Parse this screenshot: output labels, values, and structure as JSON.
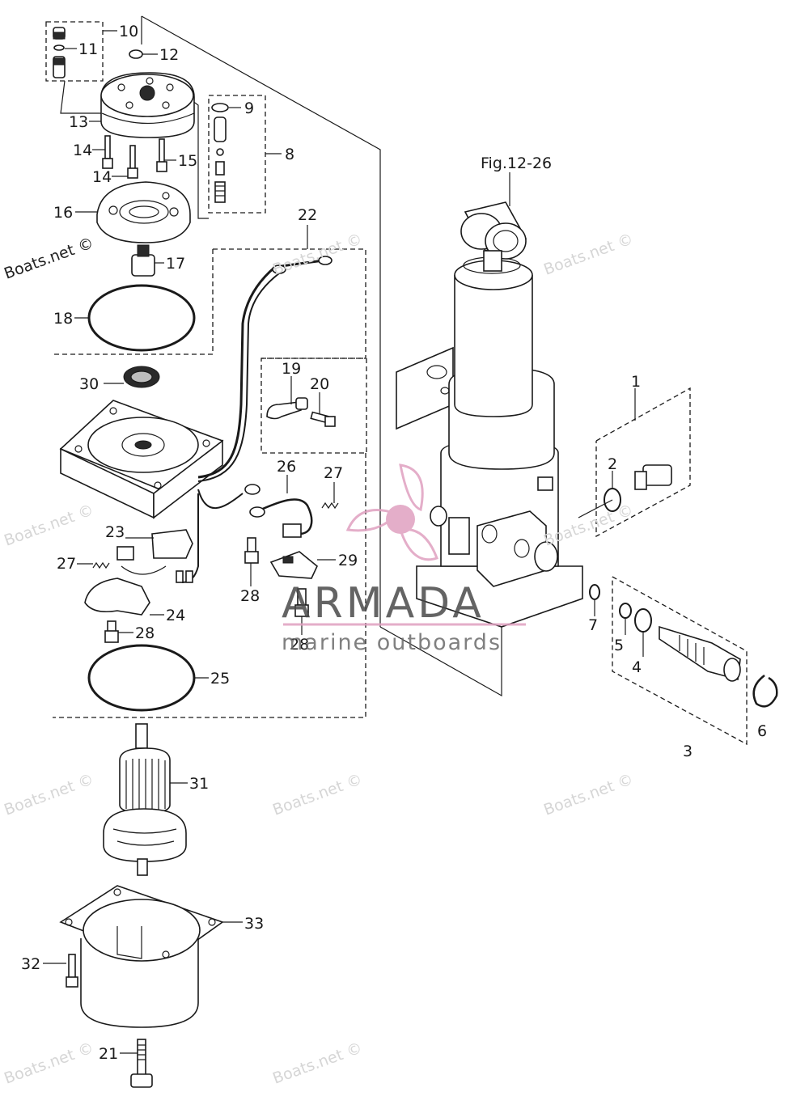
{
  "figure_ref": "Fig.12-26",
  "part_numbers": [
    "1",
    "2",
    "3",
    "4",
    "5",
    "6",
    "7",
    "8",
    "9",
    "10",
    "11",
    "12",
    "13",
    "14",
    "14",
    "15",
    "16",
    "17",
    "18",
    "19",
    "20",
    "21",
    "22",
    "23",
    "24",
    "25",
    "26",
    "27",
    "27",
    "28",
    "28",
    "28",
    "29",
    "30",
    "31",
    "32",
    "33"
  ],
  "watermarks": [
    "Boats.net ©",
    "Boats.net ©",
    "Boats.net ©",
    "Boats.net ©",
    "Boats.net ©",
    "Boats.net ©",
    "Boats.net ©",
    "Boats.net ©",
    "Boats.net ©",
    "Boats.net ©"
  ],
  "brand": {
    "name": "ARMADA",
    "tagline": "marine outboards",
    "accent": "#e0a0c0"
  },
  "colors": {
    "ink": "#1a1a1a",
    "watermark": "#d6d6d6"
  }
}
